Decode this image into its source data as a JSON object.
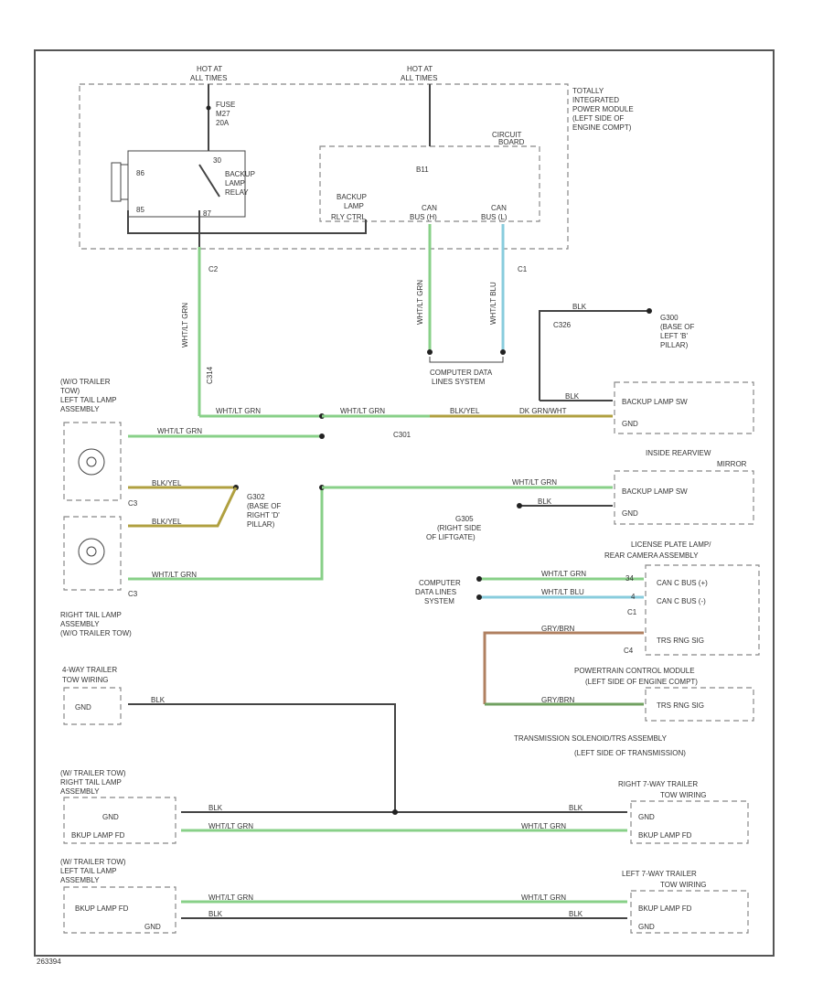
{
  "colors": {
    "wire_wht_lt_grn": "#88d088",
    "wire_blk_yel": "#b0a040",
    "wire_wht_lt_blu": "#88ccdd",
    "wire_blk": "#444444",
    "wire_gry_brn": "#b08060",
    "wire_dk_grn_wht": "#70a060",
    "frame": "#555555"
  },
  "labels": {
    "hot_all_times_1": [
      "HOT AT",
      "ALL TIMES"
    ],
    "hot_all_times_2": [
      "HOT AT",
      "ALL TIMES"
    ],
    "tipm": [
      "TOTALLY",
      "INTEGRATED",
      "POWER MODULE",
      "(LEFT SIDE OF",
      "ENGINE COMPT)"
    ],
    "fuse": [
      "FUSE",
      "M27",
      "20A"
    ],
    "relay": [
      "BACKUP",
      "LAMP",
      "RELAY"
    ],
    "relay_86": "86",
    "relay_87": "87",
    "relay_85": "85",
    "relay_30": "30",
    "circuit_board": [
      "CIRCUIT",
      "BOARD"
    ],
    "b11": "B11",
    "backup_lamp_rly_ctrl": [
      "BACKUP",
      "LAMP",
      "RLY CTRL"
    ],
    "can_bus_h": [
      "CAN",
      "BUS (H)"
    ],
    "can_bus_l": [
      "CAN",
      "BUS (L)"
    ],
    "c1": "C1",
    "c2": "C2",
    "wire_wht_lt_grn": "WHT/LT GRN",
    "wire_wht_lt_blu": "WHT/LT BLU",
    "wire_blk": "BLK",
    "wire_blk_yel": "BLK/YEL",
    "wire_dk_grn_wht": "DK GRN/WHT",
    "wire_gry_brn": "GRY/BRN",
    "c_lower": "C314",
    "c_rear": "C326",
    "computer_data_lines": [
      "COMPUTER DATA",
      "LINES SYSTEM"
    ],
    "g300": [
      "G300",
      "(BASE OF",
      "LEFT 'B'",
      "PILLAR)"
    ],
    "g300_conn": "C326",
    "left_tail_lamp": [
      "(W/O TRAILER",
      "TOW)",
      "LEFT TAIL LAMP",
      "ASSEMBLY"
    ],
    "backup_lamp_sw": "BACKUP LAMP SW",
    "gnd": "GND",
    "c301": "C301",
    "inside_mirror": [
      "INSIDE REARVIEW",
      "MIRROR"
    ],
    "g302": [
      "G302",
      "(BASE OF",
      "RIGHT 'D'",
      "PILLAR)"
    ],
    "g305": [
      "G305",
      "(RIGHT SIDE",
      "OF LIFTGATE)"
    ],
    "c3": "C3",
    "right_tail_lamp": [
      "RIGHT TAIL LAMP",
      "ASSEMBLY",
      "(W/O TRAILER TOW)"
    ],
    "license_plate_lamp": [
      "LICENSE PLATE LAMP/",
      "REAR CAMERA ASSEMBLY"
    ],
    "can_c_bus_h": "CAN C BUS (+)",
    "can_c_bus_l": "CAN C BUS (-)",
    "trs_rng_sig": "TRS RNG SIG",
    "c4": "C4",
    "pin_34": "34",
    "pin_4": "4",
    "computer_data_lines_2": [
      "COMPUTER",
      "DATA LINES",
      "SYSTEM"
    ],
    "powertrain": [
      "POWERTRAIN CONTROL MODULE",
      "(LEFT SIDE OF ENGINE COMPT)"
    ],
    "transmission_solenoid": [
      "TRANSMISSION SOLENOID/TRS ASSEMBLY",
      "(LEFT SIDE OF TRANSMISSION)"
    ],
    "four_way_trailer": [
      "4-WAY TRAILER",
      "TOW WIRING"
    ],
    "right_tail_trailer": [
      "(W/ TRAILER TOW)",
      "RIGHT TAIL LAMP",
      "ASSEMBLY"
    ],
    "right_7way": [
      "RIGHT 7-WAY TRAILER",
      "TOW WIRING"
    ],
    "left_tail_trailer": [
      "(W/ TRAILER TOW)",
      "LEFT TAIL LAMP",
      "ASSEMBLY"
    ],
    "left_7way": [
      "LEFT 7-WAY TRAILER",
      "TOW WIRING"
    ],
    "bkup_lamp_fd": "BKUP LAMP FD",
    "figure_id": "263394"
  }
}
